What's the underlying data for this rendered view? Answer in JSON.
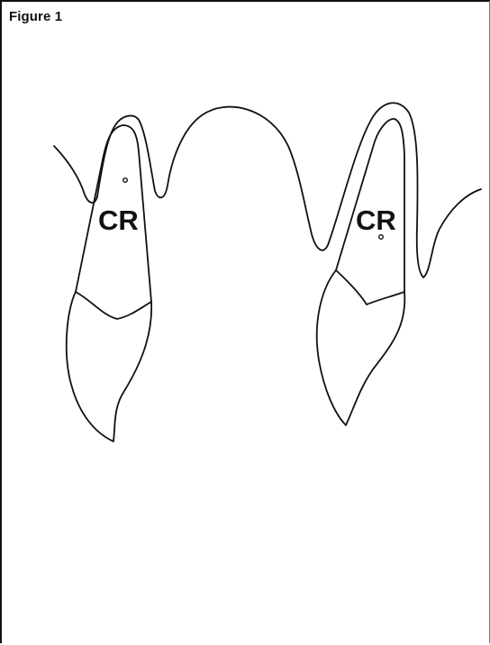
{
  "figure": {
    "title": "Figure 1"
  },
  "labels": {
    "left_tooth": "CR",
    "right_tooth": "CR"
  }
}
